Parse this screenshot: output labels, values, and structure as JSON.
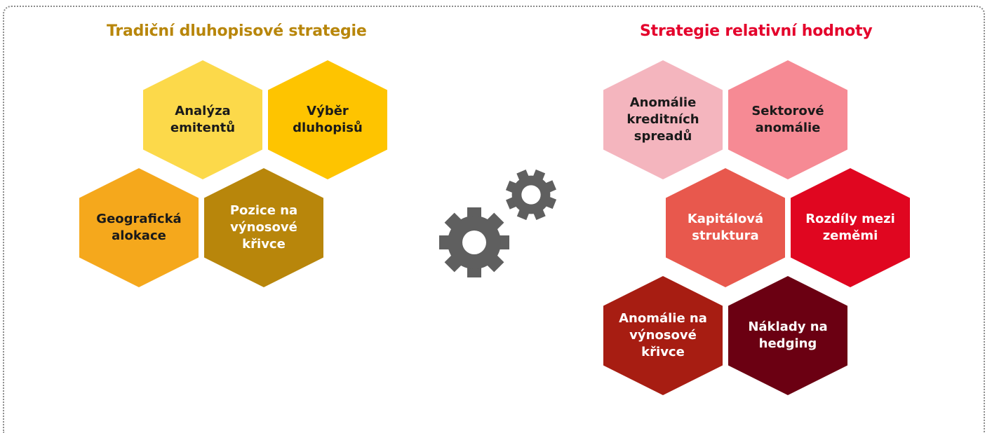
{
  "left_group": {
    "title": "Tradiční dluhopisové strategie",
    "cells": [
      {
        "label": "Analýza\nemitentů",
        "color": "#fcd94a",
        "text_color": "dark"
      },
      {
        "label": "Výběr\ndluhopisů",
        "color": "#fec400",
        "text_color": "dark"
      },
      {
        "label": "Geografická\nalokace",
        "color": "#f5a81c",
        "text_color": "dark"
      },
      {
        "label": "Pozice na\nvýnosové\nkřivce",
        "color": "#b8860b",
        "text_color": "light"
      }
    ]
  },
  "center": {
    "icon": "gears-icon",
    "color": "#5f5f5f"
  },
  "right_group": {
    "title": "Strategie relativní hodnoty",
    "cells": [
      {
        "label": "Anomálie\nkreditních\nspreadů",
        "color": "#f4b5be",
        "text_color": "dark"
      },
      {
        "label": "Sektorové\nanomálie",
        "color": "#f68a94",
        "text_color": "dark"
      },
      {
        "label": "Kapitálová\nstruktura",
        "color": "#e8584d",
        "text_color": "light"
      },
      {
        "label": "Rozdíly mezi\nzeměmi",
        "color": "#e00620",
        "text_color": "light"
      },
      {
        "label": "Anomálie na\nvýnosové\nkřivce",
        "color": "#a71d12",
        "text_color": "light"
      },
      {
        "label": "Náklady na\nhedging",
        "color": "#6b0012",
        "text_color": "light"
      }
    ]
  }
}
